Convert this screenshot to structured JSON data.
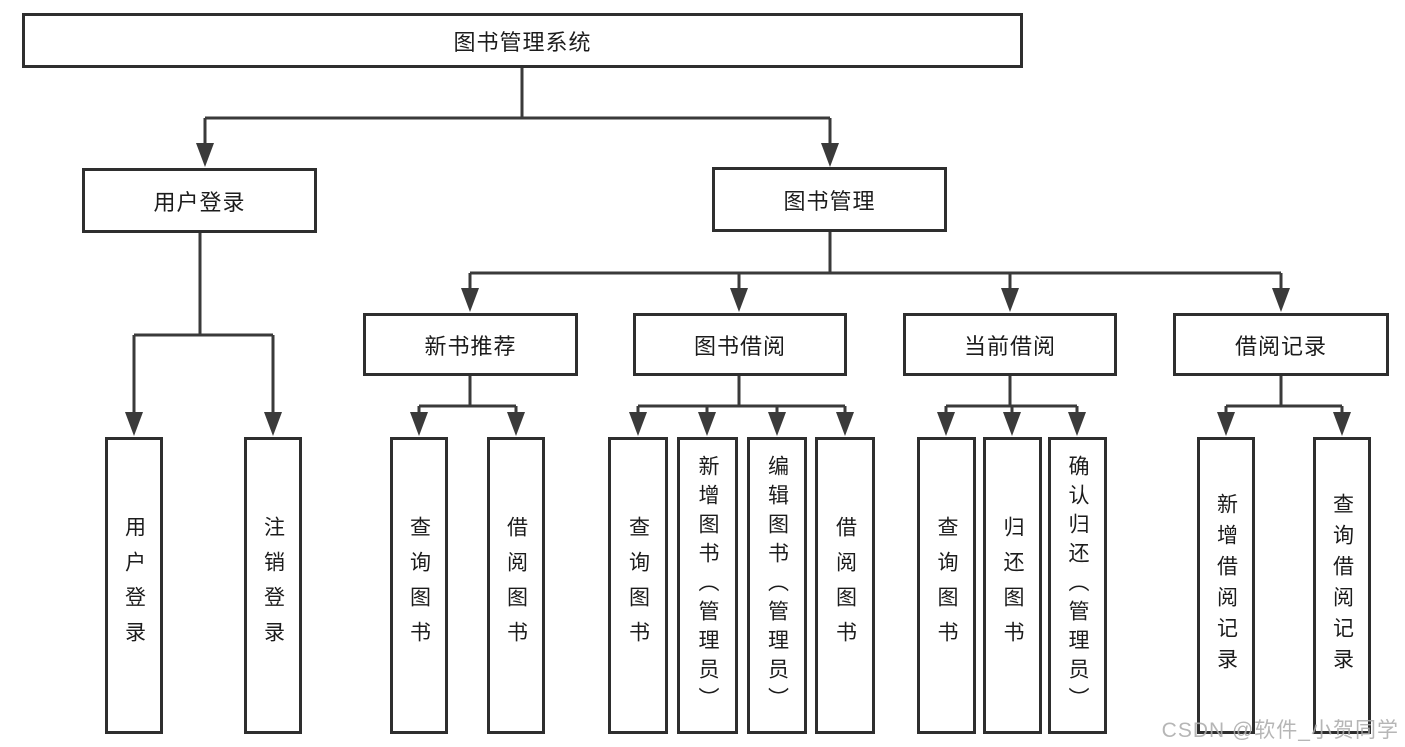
{
  "diagram_type": "functional-decomposition-tree",
  "colors": {
    "background": "#ffffff",
    "box_border": "#2e2e2e",
    "connector_line": "#3a3a3a",
    "text": "#1c1c1c",
    "watermark": "#acacac"
  },
  "tree": {
    "label": "图书管理系统",
    "children": [
      {
        "label": "用户登录",
        "children": [
          {
            "label": "用户登录"
          },
          {
            "label": "注销登录"
          }
        ]
      },
      {
        "label": "图书管理",
        "children": [
          {
            "label": "新书推荐",
            "children": [
              {
                "label": "查询图书"
              },
              {
                "label": "借阅图书"
              }
            ]
          },
          {
            "label": "图书借阅",
            "children": [
              {
                "label": "查询图书"
              },
              {
                "label": "新增图书（管理员）"
              },
              {
                "label": "编辑图书（管理员）"
              },
              {
                "label": "借阅图书"
              }
            ]
          },
          {
            "label": "当前借阅",
            "children": [
              {
                "label": "查询图书"
              },
              {
                "label": "归还图书"
              },
              {
                "label": "确认归还（管理员）"
              }
            ]
          },
          {
            "label": "借阅记录",
            "children": [
              {
                "label": "新增借阅记录"
              },
              {
                "label": "查询借阅记录"
              }
            ]
          }
        ]
      }
    ]
  },
  "watermark": "CSDN @软件_小贺同学"
}
